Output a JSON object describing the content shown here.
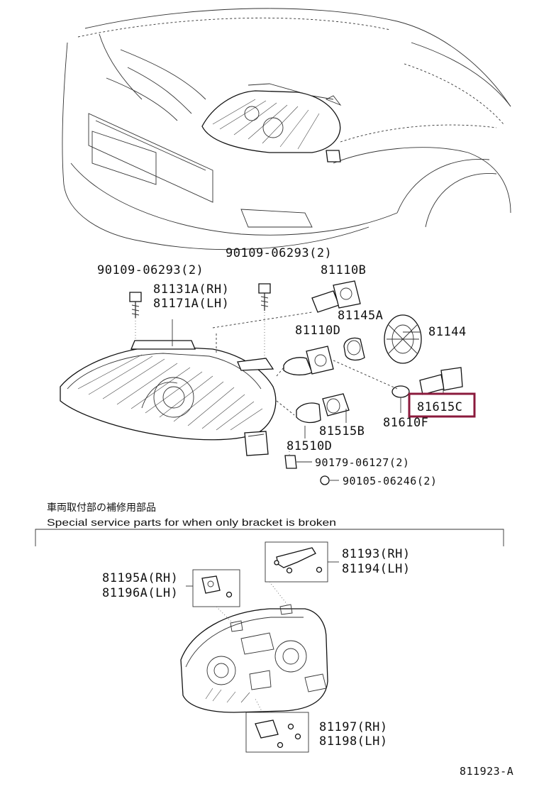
{
  "labels": {
    "bolt_left": "90109-06293(2)",
    "bolt_right": "90109-06293(2)",
    "bulb_top": "81110B",
    "housing_rh": "81131A(RH)",
    "housing_lh": "81171A(LH)",
    "socket_top": "81145A",
    "bulb_mid": "81110D",
    "cover": "81144",
    "highlight_part": "81615C",
    "side_bulb": "81610F",
    "socket_low": "81515B",
    "lamp_low": "81510D",
    "clip": "90179-06127(2)",
    "screw": "90105-06246(2)",
    "bracket_top_rh": "81193(RH)",
    "bracket_top_lh": "81194(LH)",
    "bracket_left_rh": "81195A(RH)",
    "bracket_left_lh": "81196A(LH)",
    "bracket_low_rh": "81197(RH)",
    "bracket_low_lh": "81198(LH)"
  },
  "notes": {
    "jp": "車両取付部の補修用部品",
    "en": "Special service parts for when only bracket is broken"
  },
  "figure_code": "811923-A",
  "highlight_color": "#8b1a3c"
}
